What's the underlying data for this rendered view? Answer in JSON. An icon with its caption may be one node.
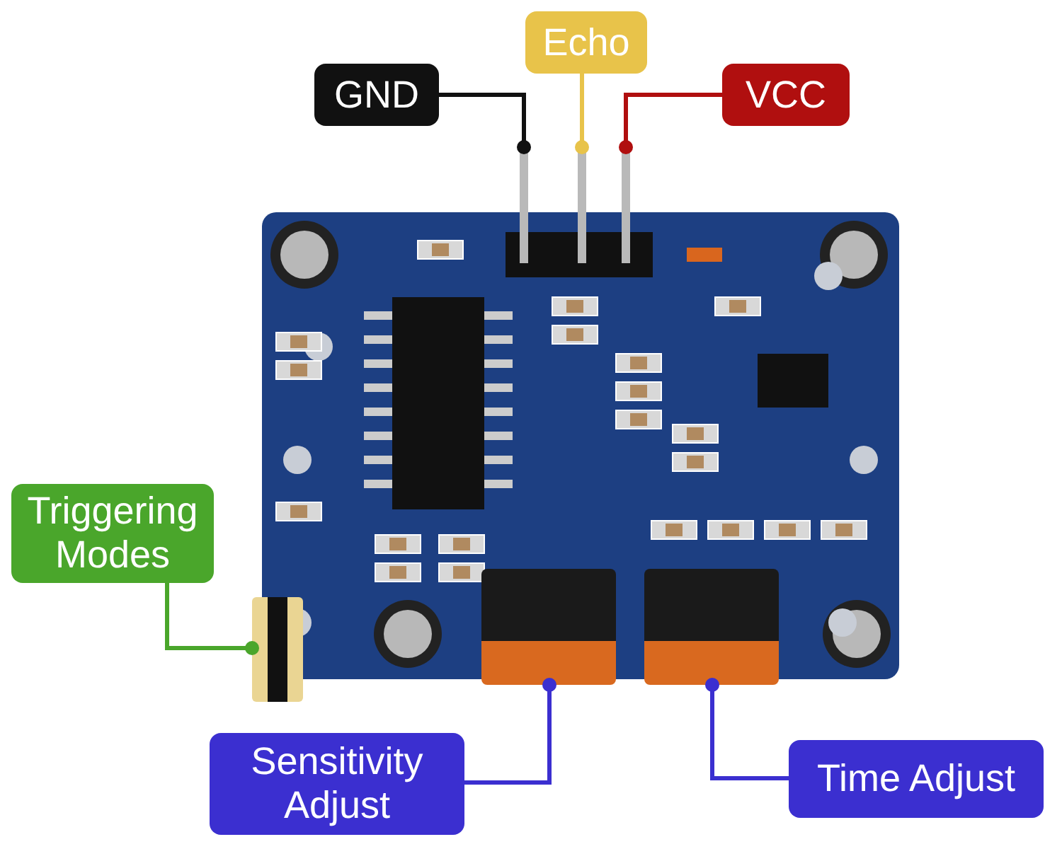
{
  "diagram": {
    "nodes": [
      {
        "text": [],
        "shape": "picture"
      },
      {
        "text": [
          "GND"
        ]
      },
      {
        "text": [
          "Echo"
        ]
      },
      {
        "text": [
          "VCC"
        ]
      },
      {
        "text": [
          "Triggering Modes"
        ]
      },
      {
        "text": [
          "Sensitivity Adjust"
        ]
      },
      {
        "text": [
          "Time Adjust"
        ]
      },
      {
        "text": [],
        "shape": "bar"
      },
      {
        "text": [],
        "shape": "bar"
      },
      {
        "text": [],
        "shape": "bar"
      },
      {
        "text": [],
        "shape": "picture"
      },
      {
        "text": [],
        "shape": "picture",
        "in": 0
      },
      {
        "text": [],
        "shape": "picture",
        "in": 0
      }
    ],
    "edges": [
      {
        "from": 1,
        "to": 7,
        "arrow": "other",
        "color": "#111111"
      },
      {
        "from": 2,
        "to": 8,
        "arrow": "other",
        "color": "#e8c34a"
      },
      {
        "from": 3,
        "to": 9,
        "arrow": "other",
        "color": "#b00f0f"
      },
      {
        "from": 4,
        "to": 10,
        "arrow": "other",
        "color": "#4aa62b"
      },
      {
        "from": 5,
        "to": 11,
        "arrow": "other",
        "color": "#3b2fd0"
      },
      {
        "from": 6,
        "to": 12,
        "arrow": "other",
        "color": "#3b2fd0"
      }
    ]
  }
}
